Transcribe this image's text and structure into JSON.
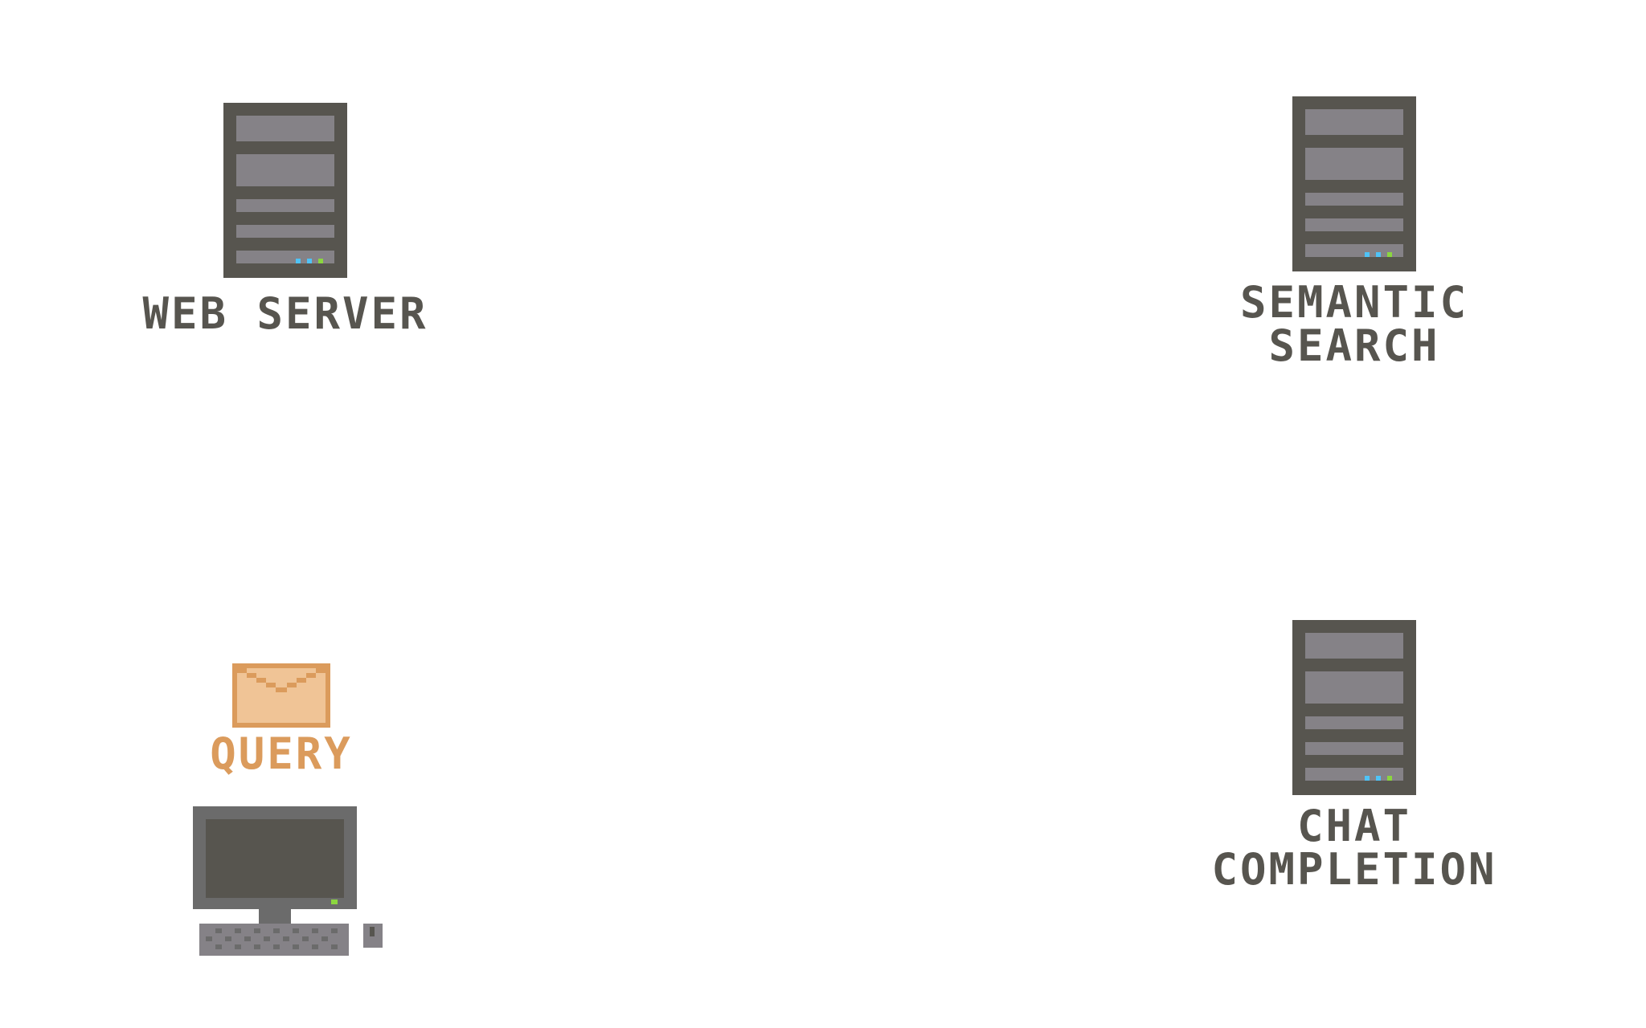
{
  "colors": {
    "server_body": "#57554f",
    "server_slot": "#858287",
    "led_blue": "#4fc3f7",
    "led_green": "#8bd63f",
    "label_dark": "#57554f",
    "envelope_fill": "#f0c496",
    "envelope_border": "#db9b5c",
    "label_query": "#db9b5c",
    "monitor_frame": "#6b6b6b",
    "monitor_screen": "#57554f",
    "keyboard": "#858287",
    "keyboard_keys": "#6b6b6b"
  },
  "nodes": {
    "web_server": {
      "icon": "server-icon",
      "label_lines": [
        "WEB SERVER"
      ]
    },
    "semantic_search": {
      "icon": "server-icon",
      "label_lines": [
        "SEMANTIC",
        "SEARCH"
      ]
    },
    "chat_completion": {
      "icon": "server-icon",
      "label_lines": [
        "CHAT",
        "COMPLETION"
      ]
    },
    "query": {
      "icon": "envelope-icon",
      "label_lines": [
        "QUERY"
      ]
    },
    "client": {
      "icon": "desktop-computer-icon"
    }
  }
}
